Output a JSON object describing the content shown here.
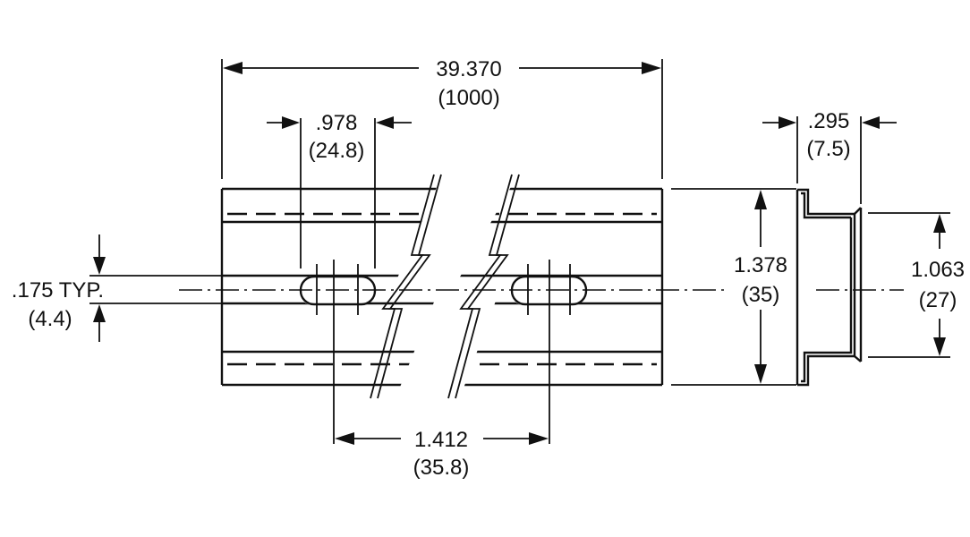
{
  "dimensions": {
    "overall_length": {
      "value": "39.370",
      "metric": "(1000)"
    },
    "slot_length": {
      "value": ".978",
      "metric": "(24.8)"
    },
    "slot_width": {
      "value": ".175 TYP.",
      "metric": "(4.4)"
    },
    "slot_pitch": {
      "value": "1.412",
      "metric": "(35.8)"
    },
    "rail_height": {
      "value": "1.378",
      "metric": "(35)"
    },
    "flange_thickness": {
      "value": ".295",
      "metric": "(7.5)"
    },
    "profile_height": {
      "value": "1.063",
      "metric": "(27)"
    }
  },
  "colors": {
    "line": "#111111",
    "background": "#ffffff"
  }
}
